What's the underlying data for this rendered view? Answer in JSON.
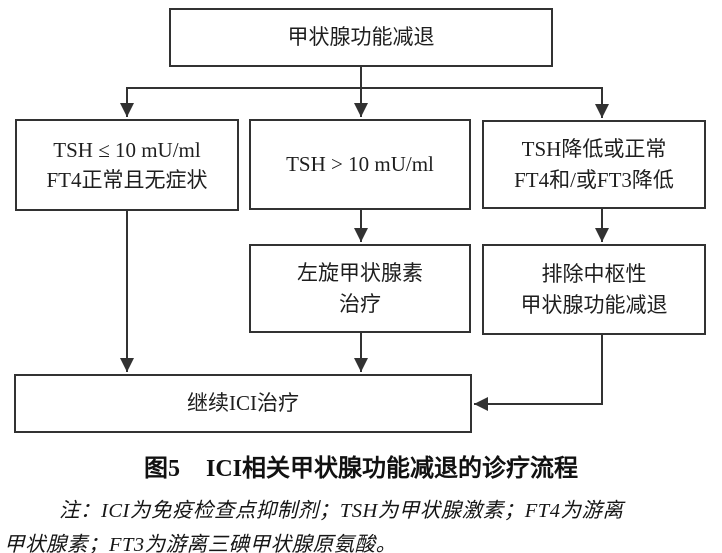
{
  "figure": {
    "caption_label": "图5",
    "caption_title": "ICI相关甲状腺功能减退的诊疗流程",
    "notes": {
      "line1": "注：ICI为免疫检查点抑制剂；TSH为甲状腺激素；FT4为游离",
      "line2": "甲状腺素；FT3为游离三碘甲状腺原氨酸。"
    }
  },
  "flowchart": {
    "nodes": {
      "hypothyroidism": {
        "lines": [
          "甲状腺功能减退"
        ]
      },
      "tsh_le_10": {
        "lines": [
          "TSH ≤ 10 mU/ml",
          "FT4正常且无症状"
        ]
      },
      "tsh_gt_10": {
        "lines": [
          "TSH > 10 mU/ml"
        ]
      },
      "tsh_low_or_normal": {
        "lines": [
          "TSH降低或正常",
          "FT4和/或FT3降低"
        ]
      },
      "levothyroxine": {
        "lines": [
          "左旋甲状腺素",
          "治疗"
        ]
      },
      "exclude_central": {
        "lines": [
          "排除中枢性",
          "甲状腺功能减退"
        ]
      },
      "continue_ici": {
        "lines": [
          "继续ICI治疗"
        ]
      }
    },
    "edges": [
      {
        "from": "hypothyroidism",
        "to": "tsh_le_10"
      },
      {
        "from": "hypothyroidism",
        "to": "tsh_gt_10"
      },
      {
        "from": "hypothyroidism",
        "to": "tsh_low_or_normal"
      },
      {
        "from": "tsh_le_10",
        "to": "continue_ici"
      },
      {
        "from": "tsh_gt_10",
        "to": "levothyroxine"
      },
      {
        "from": "tsh_low_or_normal",
        "to": "exclude_central"
      },
      {
        "from": "levothyroxine",
        "to": "continue_ici"
      },
      {
        "from": "exclude_central",
        "to": "continue_ici"
      }
    ]
  },
  "colors": {
    "line": "#323232",
    "text": "#1e1e1e",
    "background": "#ffffff"
  }
}
